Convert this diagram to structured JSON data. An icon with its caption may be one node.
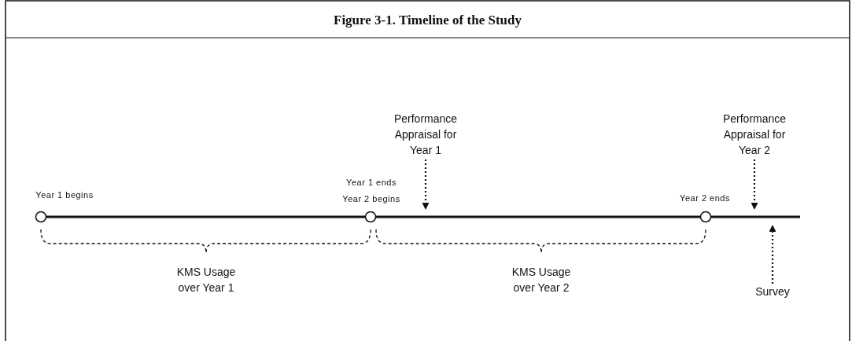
{
  "diagram": {
    "title": "Figure 3-1. Timeline of the Study",
    "nodes": [
      {
        "text": [],
        "shape": "circle",
        "beside": [
          "Year 1 begins"
        ]
      },
      {
        "text": [],
        "shape": "circle",
        "beside": [
          "Year 1 ends Year 2 begins"
        ]
      },
      {
        "text": [],
        "shape": "circle",
        "beside": [
          "Year 2 ends"
        ]
      },
      {
        "text": [
          "Performance Appraisal for Year 1"
        ]
      },
      {
        "text": [
          "Performance Appraisal for Year 2"
        ]
      },
      {
        "text": [
          "Survey"
        ]
      },
      {
        "text": [
          "KMS Usage over Year 1"
        ]
      },
      {
        "text": [
          "KMS Usage over Year 2"
        ]
      }
    ],
    "edges": [
      {
        "from": 0,
        "to": 1,
        "arrow": "none"
      },
      {
        "from": 1,
        "to": 2,
        "arrow": "none"
      },
      {
        "from": 2,
        "to": null,
        "arrow": "none"
      },
      {
        "from": 3,
        "to": null,
        "arrow": "to",
        "style": "dashed"
      },
      {
        "from": 4,
        "to": null,
        "arrow": "to",
        "style": "dashed"
      },
      {
        "from": 5,
        "to": null,
        "arrow": "to",
        "style": "dashed"
      }
    ]
  }
}
